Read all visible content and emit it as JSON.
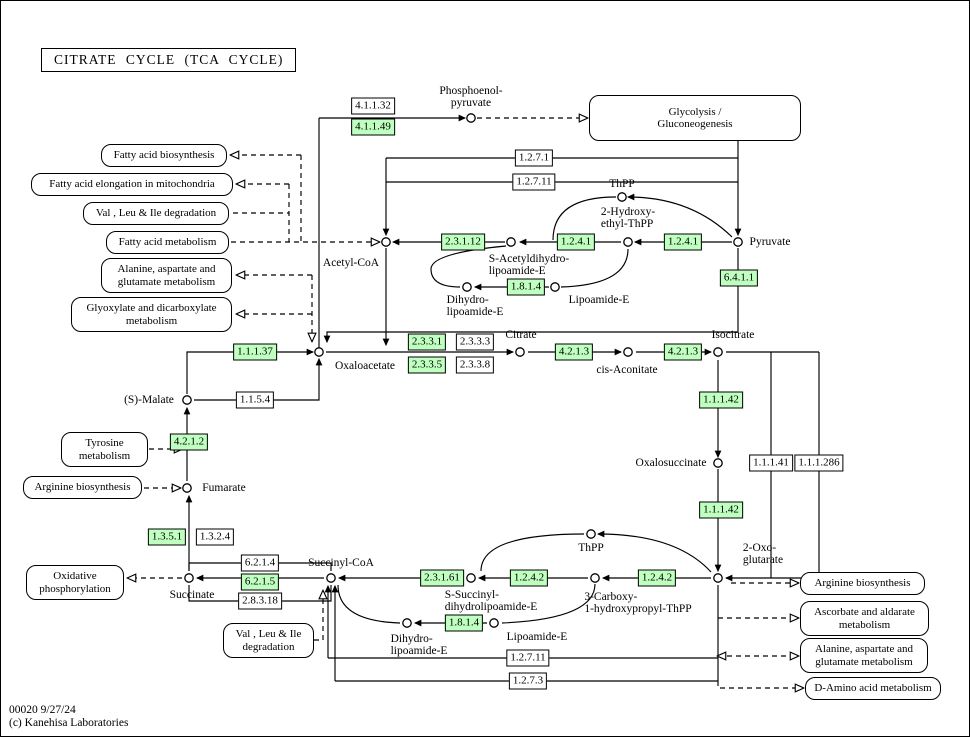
{
  "title": "CITRATE CYCLE (TCA CYCLE)",
  "footer": {
    "map_id": "00020 9/27/24",
    "copyright": "(c) Kanehisa Laboratories"
  },
  "colors": {
    "highlight": "#bfffbf",
    "box_bg": "#ffffff",
    "line": "#000000"
  },
  "enzymes": [
    {
      "ec": "4.1.1.32",
      "highlighted": false
    },
    {
      "ec": "4.1.1.49",
      "highlighted": true
    },
    {
      "ec": "1.2.7.1",
      "highlighted": false
    },
    {
      "ec": "1.2.7.11",
      "highlighted": false
    },
    {
      "ec": "2.3.1.12",
      "highlighted": true
    },
    {
      "ec": "1.2.4.1",
      "highlighted": true
    },
    {
      "ec": "1.2.4.1",
      "highlighted": true
    },
    {
      "ec": "6.4.1.1",
      "highlighted": true
    },
    {
      "ec": "1.8.1.4",
      "highlighted": true
    },
    {
      "ec": "2.3.3.1",
      "highlighted": true
    },
    {
      "ec": "2.3.3.3",
      "highlighted": false
    },
    {
      "ec": "2.3.3.5",
      "highlighted": true
    },
    {
      "ec": "2.3.3.8",
      "highlighted": false
    },
    {
      "ec": "4.2.1.3",
      "highlighted": true
    },
    {
      "ec": "4.2.1.3",
      "highlighted": true
    },
    {
      "ec": "1.1.1.37",
      "highlighted": true
    },
    {
      "ec": "1.1.5.4",
      "highlighted": false
    },
    {
      "ec": "4.2.1.2",
      "highlighted": true
    },
    {
      "ec": "1.1.1.42",
      "highlighted": true
    },
    {
      "ec": "1.1.1.41",
      "highlighted": false
    },
    {
      "ec": "1.1.1.286",
      "highlighted": false
    },
    {
      "ec": "1.1.1.42",
      "highlighted": true
    },
    {
      "ec": "1.3.5.1",
      "highlighted": true
    },
    {
      "ec": "1.3.2.4",
      "highlighted": false
    },
    {
      "ec": "6.2.1.4",
      "highlighted": false
    },
    {
      "ec": "6.2.1.5",
      "highlighted": true
    },
    {
      "ec": "2.8.3.18",
      "highlighted": false
    },
    {
      "ec": "2.3.1.61",
      "highlighted": true
    },
    {
      "ec": "1.2.4.2",
      "highlighted": true
    },
    {
      "ec": "1.2.4.2",
      "highlighted": true
    },
    {
      "ec": "1.8.1.4",
      "highlighted": true
    },
    {
      "ec": "1.2.7.11",
      "highlighted": false
    },
    {
      "ec": "1.2.7.3",
      "highlighted": false
    }
  ],
  "pathways": [
    {
      "l1": "Glycolysis /",
      "l2": "Gluconeogenesis"
    },
    {
      "l1": "Fatty acid biosynthesis"
    },
    {
      "l1": "Fatty acid elongation in mitochondria"
    },
    {
      "l1": "Val , Leu & Ile degradation"
    },
    {
      "l1": "Fatty acid metabolism"
    },
    {
      "l1": "Alanine, aspartate and",
      "l2": "glutamate metabolism"
    },
    {
      "l1": "Glyoxylate and dicarboxylate",
      "l2": "metabolism"
    },
    {
      "l1": "Tyrosine",
      "l2": "metabolism"
    },
    {
      "l1": "Arginine biosynthesis"
    },
    {
      "l1": "Oxidative",
      "l2": "phosphorylation"
    },
    {
      "l1": "Val , Leu & Ile",
      "l2": "degradation"
    },
    {
      "l1": "Arginine biosynthesis"
    },
    {
      "l1": "Ascorbate and aldarate",
      "l2": "metabolism"
    },
    {
      "l1": "Alanine, aspartate and",
      "l2": "glutamate metabolism"
    },
    {
      "l1": "D-Amino acid metabolism"
    }
  ],
  "metabolites": [
    {
      "l1": "Phosphoenol-",
      "l2": "pyruvate"
    },
    {
      "l1": "Pyruvate"
    },
    {
      "l1": "ThPP"
    },
    {
      "l1": "2-Hydroxy-",
      "l2": "ethyl-ThPP"
    },
    {
      "l1": "Acetyl-CoA"
    },
    {
      "l1": "S-Acetyldihydro-",
      "l2": "lipoamide-E"
    },
    {
      "l1": "Dihydro-",
      "l2": "lipoamide-E"
    },
    {
      "l1": "Lipoamide-E"
    },
    {
      "l1": "Citrate"
    },
    {
      "l1": "cis-Aconitate"
    },
    {
      "l1": "Isocitrate"
    },
    {
      "l1": "Oxaloacetate"
    },
    {
      "l1": "(S)-Malate"
    },
    {
      "l1": "Fumarate"
    },
    {
      "l1": "Oxalosuccinate"
    },
    {
      "l1": "2-Oxo-",
      "l2": "glutarate"
    },
    {
      "l1": "ThPP"
    },
    {
      "l1": "Succinyl-CoA"
    },
    {
      "l1": "Succinate"
    },
    {
      "l1": "S-Succinyl-",
      "l2": "dihydrolipoamide-E"
    },
    {
      "l1": "3-Carboxy-",
      "l2": "1-hydroxypropyl-ThPP"
    },
    {
      "l1": "Dihydro-",
      "l2": "lipoamide-E"
    },
    {
      "l1": "Lipoamide-E"
    }
  ]
}
